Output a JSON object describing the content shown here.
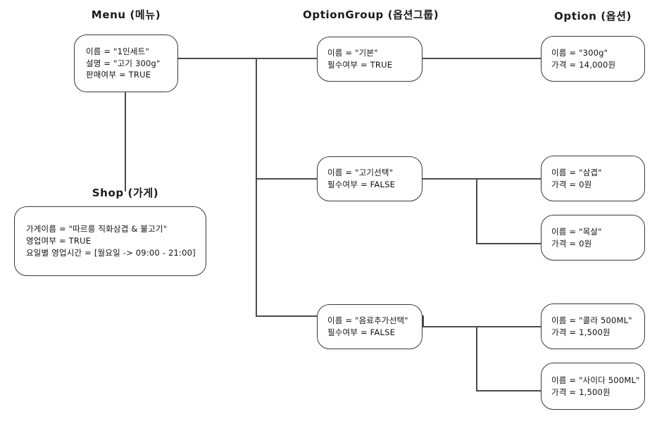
{
  "diagram": {
    "title_menu": "Menu (메뉴)",
    "title_shop": "Shop (가게)",
    "title_option_group": "OptionGroup (옵션그룹)",
    "title_option": "Option (옵션)",
    "line_color": "#4a4a4a",
    "border_color": "#3a3a3a",
    "text_color": "#111111"
  },
  "menu": {
    "line1": "이름 = \"1인세트\"",
    "line2": "설명 =  \"고기 300g\"",
    "line3": "판매여부 = TRUE"
  },
  "shop": {
    "line1": "가게이름 = \"따르릉 직화삼겹 & 불고기\"",
    "line2": "영업여부 =  TRUE",
    "line3": "요일별 영업시간 = [월요일 -> 09:00 - 21:00]"
  },
  "option_groups": [
    {
      "line1": "이름 = \"기본\"",
      "line2": "필수여부 = TRUE"
    },
    {
      "line1": "이름 = \"고기선택\"",
      "line2": "필수여부 = FALSE"
    },
    {
      "line1": "이름 = \"음료추가선택\"",
      "line2": "필수여부 = FALSE"
    }
  ],
  "options": [
    {
      "line1": "이름 = \"300g\"",
      "line2": "가격 = 14,000원"
    },
    {
      "line1": "이름 = \"삼겹\"",
      "line2": "가격 = 0원"
    },
    {
      "line1": "이름 = \"목살\"",
      "line2": "가격 = 0원"
    },
    {
      "line1": "이름 = \"콜라 500ML\"",
      "line2": "가격 = 1,500원"
    },
    {
      "line1": "이름 = \"사이다  500ML\"",
      "line2": "가격 = 1,500원"
    }
  ]
}
